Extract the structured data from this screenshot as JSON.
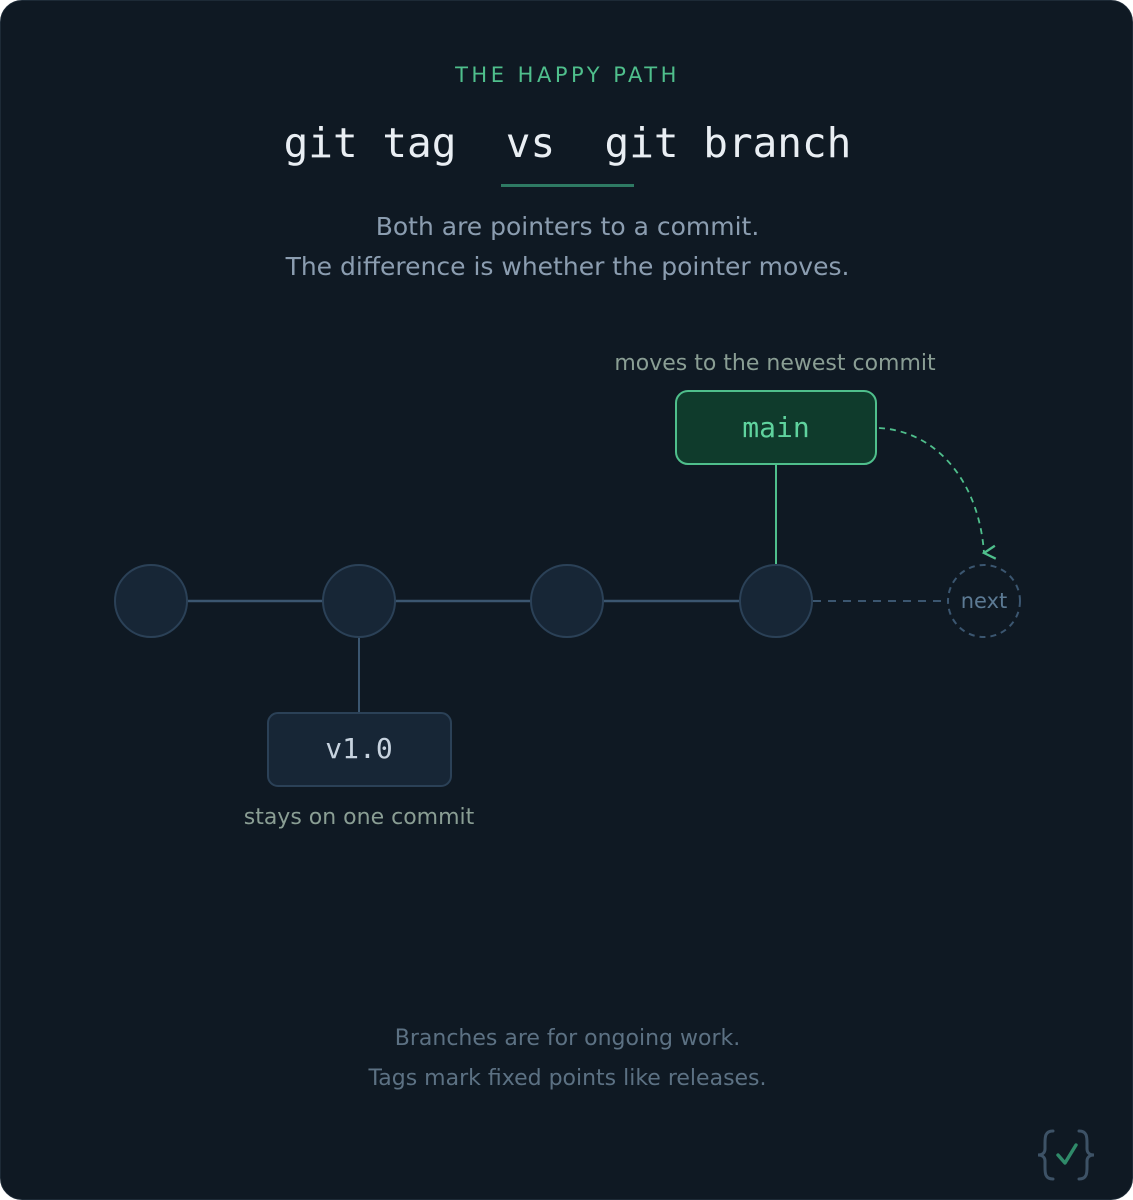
{
  "eyebrow": "THE HAPPY PATH",
  "title": "git tag  vs  git branch",
  "subtitle": {
    "line1": "Both are pointers to a commit.",
    "line2": "The difference is whether the pointer moves."
  },
  "diagram": {
    "branch_label": "main",
    "branch_caption": "moves to the newest commit",
    "tag_label": "v1.0",
    "tag_caption": "stays on one commit",
    "next_label": "next",
    "commit_count": 4
  },
  "footer": {
    "line1": "Branches are for ongoing work.",
    "line2": "Tags mark fixed points like releases."
  },
  "colors": {
    "background": "#0f1923",
    "accent_green": "#4fbf8c",
    "commit_fill": "#172636",
    "commit_stroke": "#2b4157",
    "line": "#3b5670"
  },
  "icons": {
    "logo": "braces-check-icon"
  }
}
